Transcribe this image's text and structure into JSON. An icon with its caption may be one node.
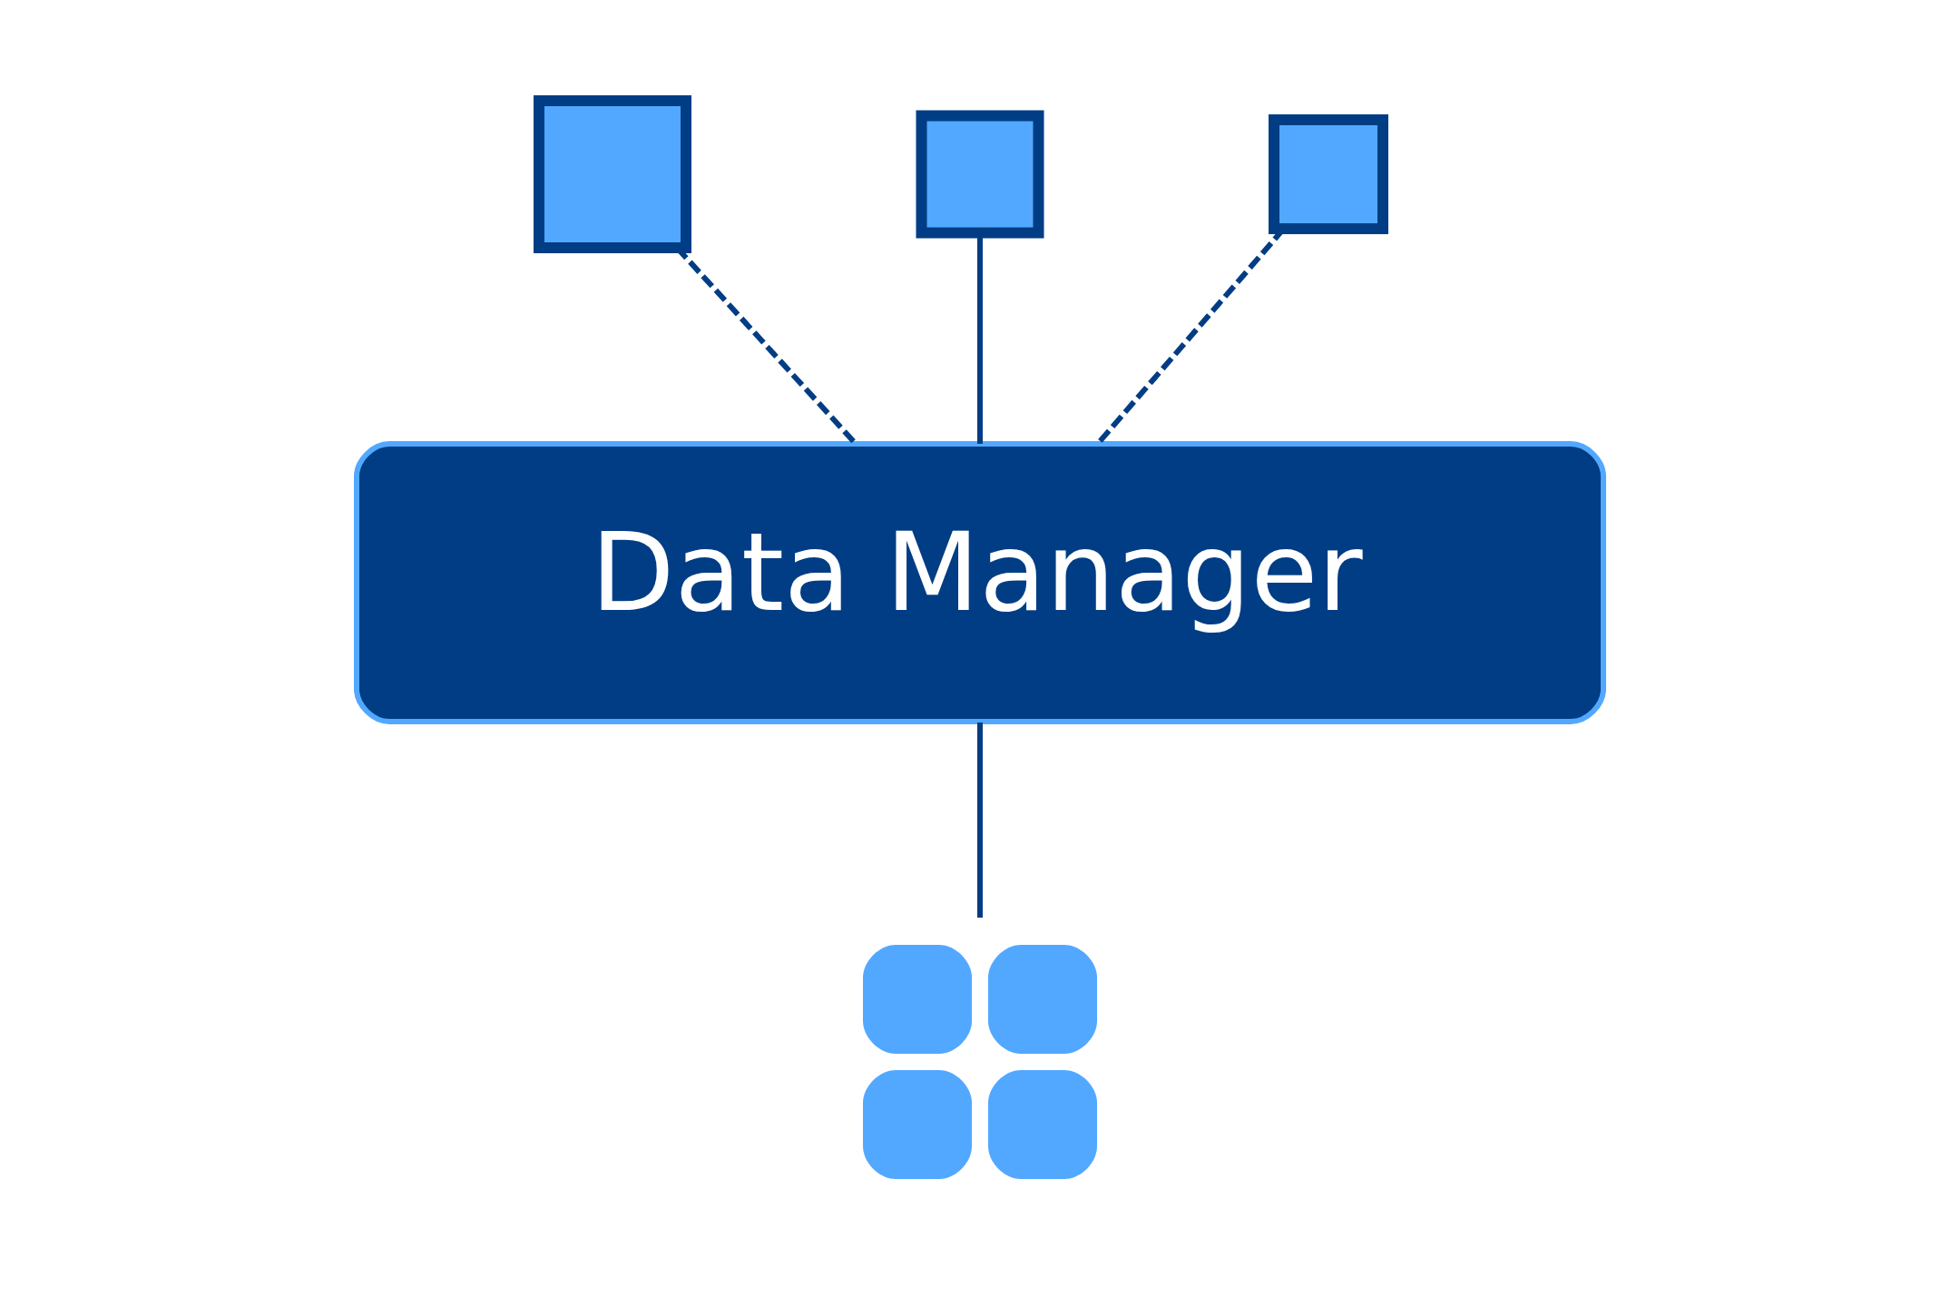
{
  "diagram": {
    "nodes": [
      {
        "text": [],
        "shape": "box"
      },
      {
        "text": [],
        "shape": "box"
      },
      {
        "text": [],
        "shape": "box"
      },
      {
        "text": [
          "Data Manager"
        ]
      },
      {
        "text": [],
        "shape": "grid"
      }
    ],
    "edges": [
      {
        "from": 0,
        "to": 3,
        "arrow": "none",
        "style": "dashed"
      },
      {
        "from": 1,
        "to": 3,
        "arrow": "none"
      },
      {
        "from": 2,
        "to": 3,
        "arrow": "none",
        "style": "dashed"
      },
      {
        "from": 3,
        "to": 4,
        "arrow": "none"
      }
    ]
  }
}
